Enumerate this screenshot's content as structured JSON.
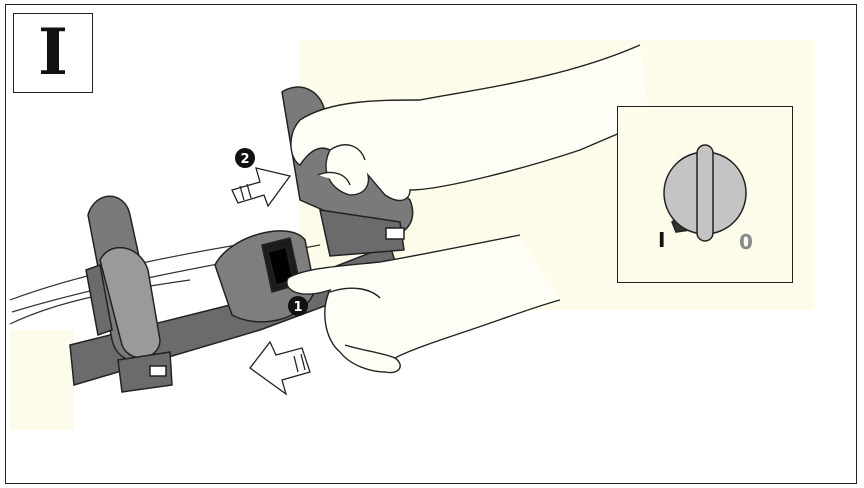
{
  "step": {
    "label": "I"
  },
  "actions": [
    {
      "number": "1",
      "glyph": "❶"
    },
    {
      "number": "2",
      "glyph": "❷"
    }
  ],
  "switch": {
    "on_label": "I",
    "off_label": "0"
  },
  "colors": {
    "background": "#ffffff",
    "highlight": "#fdfbe9",
    "handlebar_gray": "#6b6b6b",
    "grip_gray": "#8e8e8e",
    "outline": "#222222",
    "skin": "#fffef6",
    "knob": "#c4c4c4",
    "off_label": "#8a8a8a"
  },
  "icons": [
    "arrow-icon",
    "hand-icon",
    "rotary-knob-icon"
  ]
}
